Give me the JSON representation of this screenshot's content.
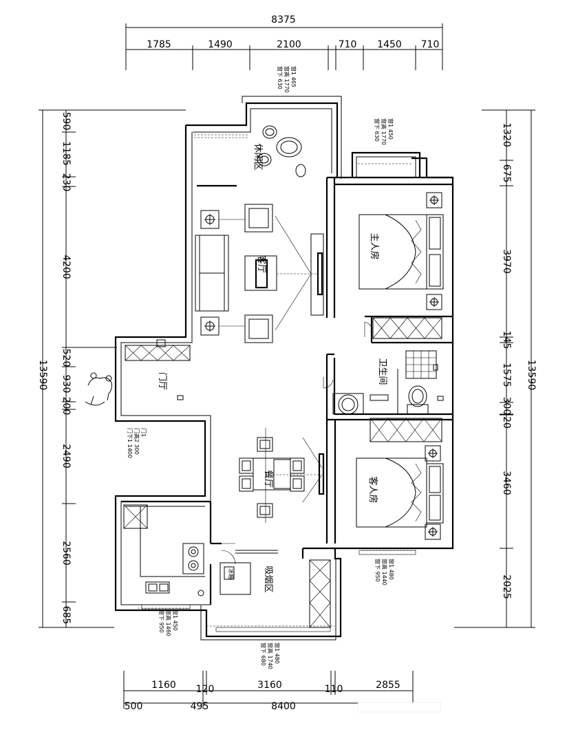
{
  "top_dims": {
    "total": "8375",
    "segments": [
      "1785",
      "1490",
      "2100",
      "710",
      "1450",
      "710"
    ]
  },
  "bottom_dims": {
    "segments_upper": [
      "1160",
      "120",
      "3160",
      "110",
      "2855"
    ],
    "segments_lower": [
      "500",
      "495",
      "8400"
    ]
  },
  "left_dims": {
    "total": "13590",
    "segments": [
      "590",
      "1185",
      "230",
      "4200",
      "520",
      "930",
      "200",
      "2490",
      "2560",
      "685"
    ]
  },
  "right_dims": {
    "total": "13590",
    "segments": [
      "1320",
      "675",
      "3970",
      "145",
      "1575",
      "300",
      "20",
      "3460",
      "2025"
    ]
  },
  "rooms": {
    "leisure": "休闲区",
    "living": "客厅",
    "master": "主人房",
    "bath": "卫生间",
    "foyer": "门厅",
    "dining": "餐厅",
    "guest": "客人房",
    "smoking": "吸烟区"
  },
  "window_notes": {
    "top_leisure": [
      "窗1 465",
      "窗高 1770",
      "窗下 630"
    ],
    "top_master": [
      "窗1 450",
      "窗高 1770",
      "窗下 630"
    ],
    "guest": [
      "窗1 480",
      "窗高 1440",
      "窗下 950"
    ],
    "kitchen": [
      "窗1 450",
      "窗高 1460",
      "窗下 950"
    ],
    "smoking": [
      "窗1 480",
      "窗高 1740",
      "窗下 680"
    ],
    "foyer": [
      "门1",
      "门高2 300",
      "门下1 1400"
    ]
  },
  "appliance_label": "冰箱"
}
